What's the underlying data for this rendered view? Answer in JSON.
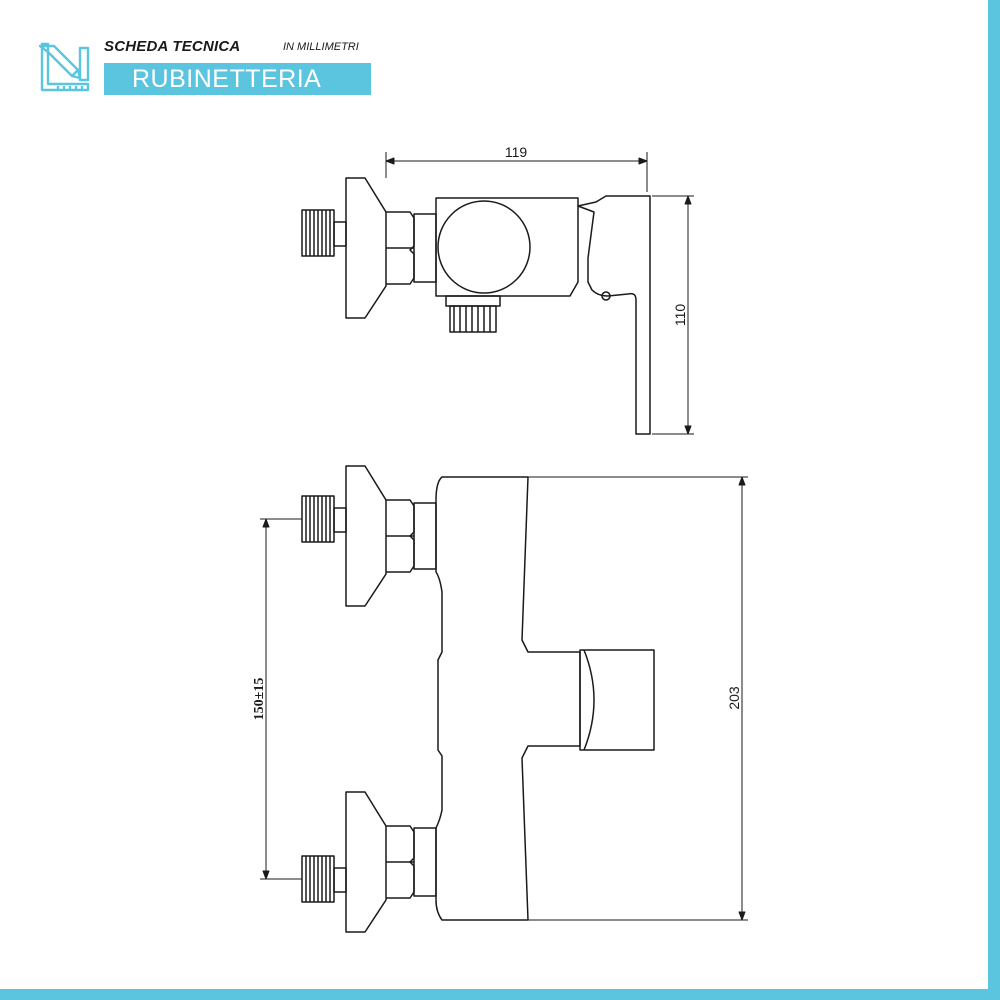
{
  "header": {
    "title": "SCHEDA TECNICA",
    "subtitle": "IN MILLIMETRI",
    "category": "RUBINETTERIA"
  },
  "colors": {
    "accent": "#5bc5e0",
    "line": "#1a1a1a"
  },
  "icons": {
    "header": "ruler-pencil-icon"
  },
  "dimensions": {
    "side_width": "119",
    "side_height": "110",
    "front_height": "203",
    "front_spacing": "150±15"
  }
}
